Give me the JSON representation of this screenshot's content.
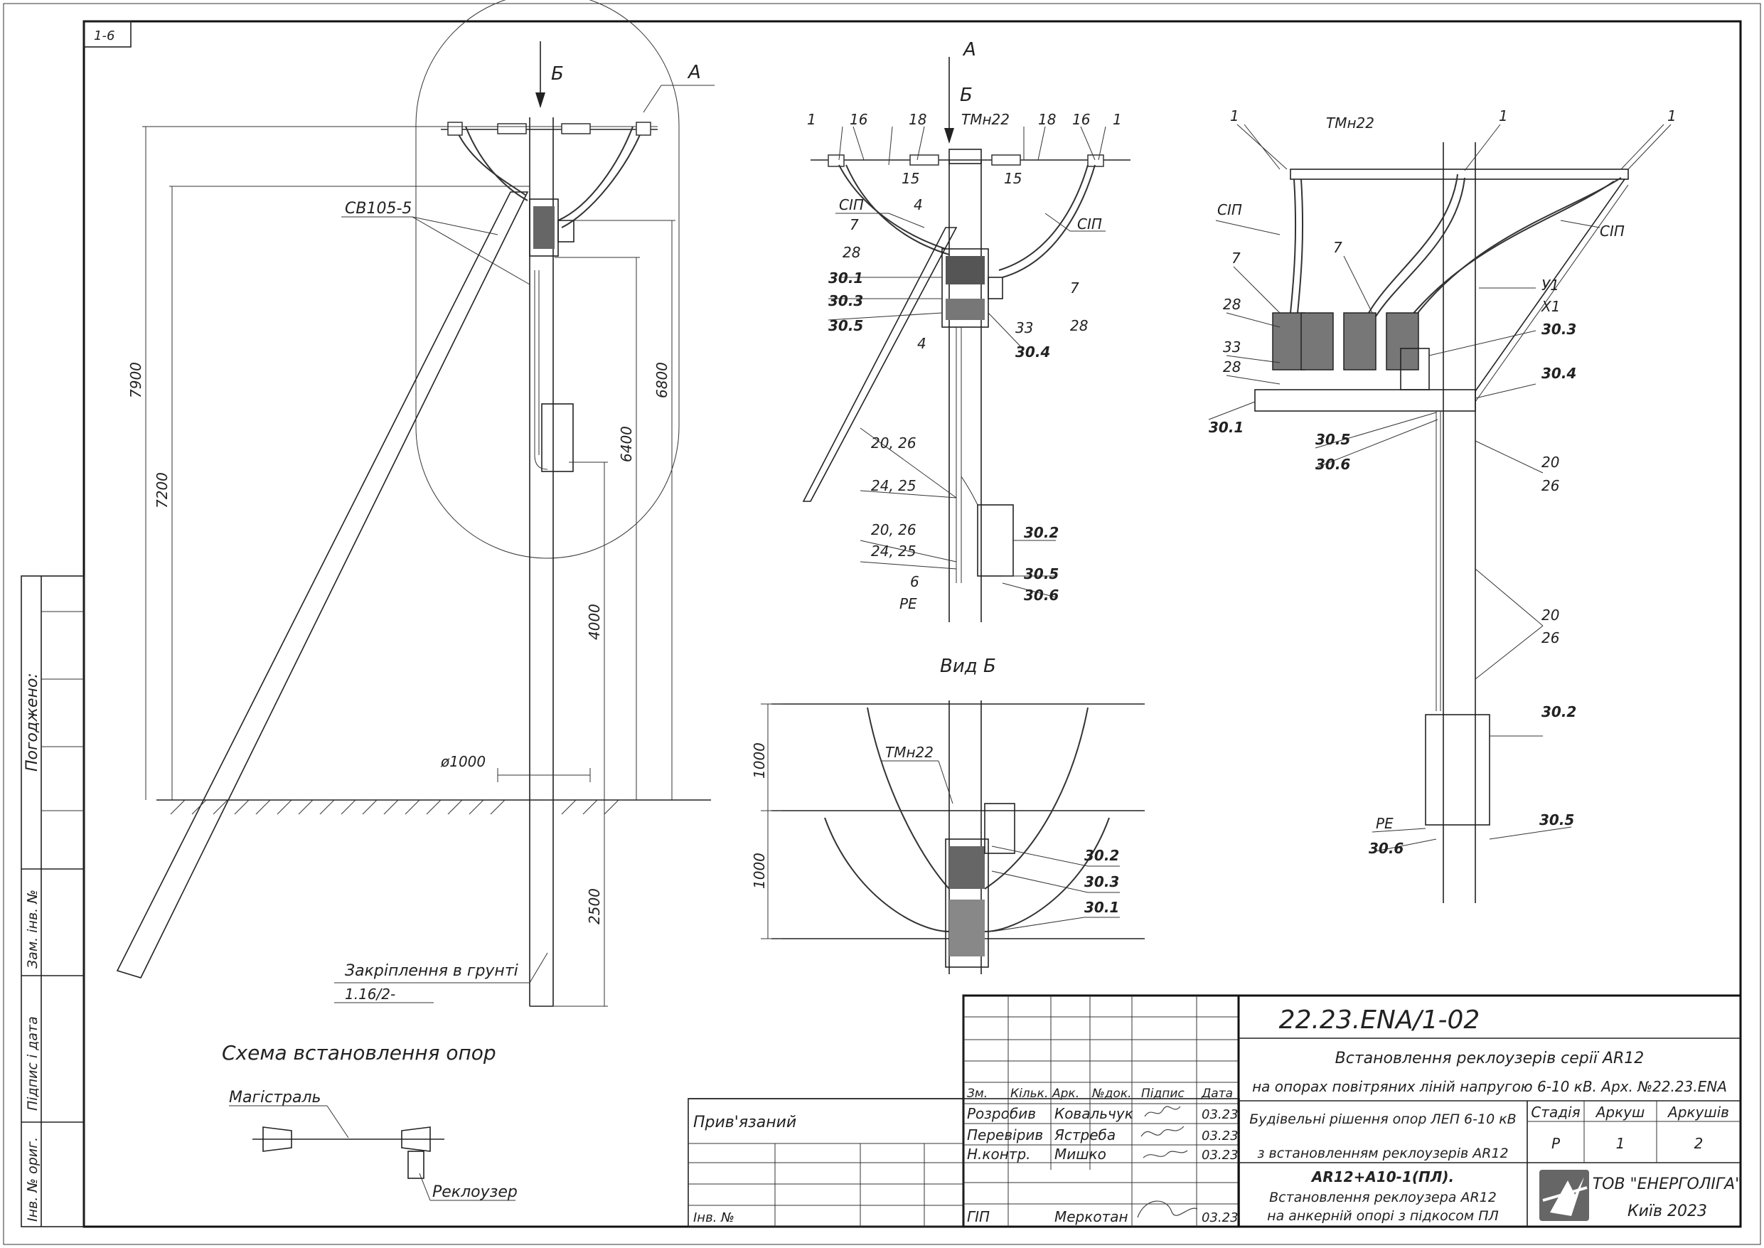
{
  "sheet_tag": "1-6",
  "side_stamp": {
    "agreed": "Погоджено:",
    "replace_inv": "Зам. інв. №",
    "sign_date": "Підпис і дата",
    "inv_orig": "Інв. № ориг."
  },
  "left_view": {
    "arrow_b": "Б",
    "arrow_a": "А",
    "label_sv": "СВ105-5",
    "dims": [
      "7900",
      "7200",
      "6800",
      "6400",
      "4000",
      "2500",
      "ø1000"
    ],
    "ground": "Закріплення в грунті",
    "ground_ref": "1.16/2-"
  },
  "middle_view": {
    "arrow_a": "А",
    "arrow_b": "Б",
    "tm": "ТМн22",
    "labels": [
      "1",
      "16",
      "18",
      "18",
      "16",
      "1",
      "15",
      "15",
      "СІП",
      "4",
      "7",
      "СІП",
      "28",
      "30.1",
      "30.3",
      "30.5",
      "4",
      "7",
      "33",
      "28",
      "30.4",
      "20, 26",
      "24, 25",
      "20, 26",
      "24, 25",
      "6",
      "PE",
      "30.2",
      "30.5",
      "30.6"
    ]
  },
  "view_b": {
    "title": "Вид Б",
    "tm": "ТМн22",
    "dims": [
      "1000",
      "1000"
    ],
    "labels": [
      "30.2",
      "30.3",
      "30.1"
    ]
  },
  "right_view": {
    "tm": "ТМн22",
    "labels": [
      "1",
      "1",
      "1",
      "СІП",
      "СІП",
      "7",
      "7",
      "28",
      "33",
      "28",
      "30.1",
      "У1",
      "Х1",
      "30.3",
      "30.4",
      "30.5",
      "30.6",
      "20",
      "26",
      "20",
      "26",
      "30.2",
      "PE",
      "30.6",
      "30.5"
    ]
  },
  "scheme": {
    "title": "Схема встановлення опор",
    "main_line": "Магістраль",
    "recloser": "Реклоузер"
  },
  "title_block": {
    "doc_code": "22.23.ENA/1-02",
    "title_line1": "Встановлення реклоузерів серії AR12",
    "title_line2": "на опорах повітряних ліній напругою 6-10 кВ. Арх. №22.23.ENA",
    "section_line1": "Будівельні рішення опор ЛЕП 6-10 кВ",
    "section_line2": "з встановленням реклоузерів AR12",
    "sheet_code": "AR12+A10-1(ПЛ).",
    "sheet_desc1": "Встановлення реклоузера AR12",
    "sheet_desc2": "на анкерній опорі з підкосом ПЛ",
    "cols": [
      "Зм.",
      "Кільк.",
      "Арк.",
      "№док.",
      "Підпис",
      "Дата"
    ],
    "rows": [
      {
        "role": "Розробив",
        "name": "Ковальчук",
        "date": "03.23"
      },
      {
        "role": "Перевірив",
        "name": "Ястреба",
        "date": "03.23"
      },
      {
        "role": "Н.контр.",
        "name": "Мишко",
        "date": "03.23"
      },
      {
        "role": "ГІП",
        "name": "Меркотан",
        "date": "03.23"
      }
    ],
    "stage_head": "Стадія",
    "sheet_head": "Аркуш",
    "sheets_head": "Аркушів",
    "stage": "Р",
    "sheet": "1",
    "sheets": "2",
    "company": "ТОВ \"ЕНЕРГОЛІГА\"",
    "city_year": "Київ 2023",
    "bound": "Прив'язаний",
    "inv_no": "Інв. №"
  }
}
